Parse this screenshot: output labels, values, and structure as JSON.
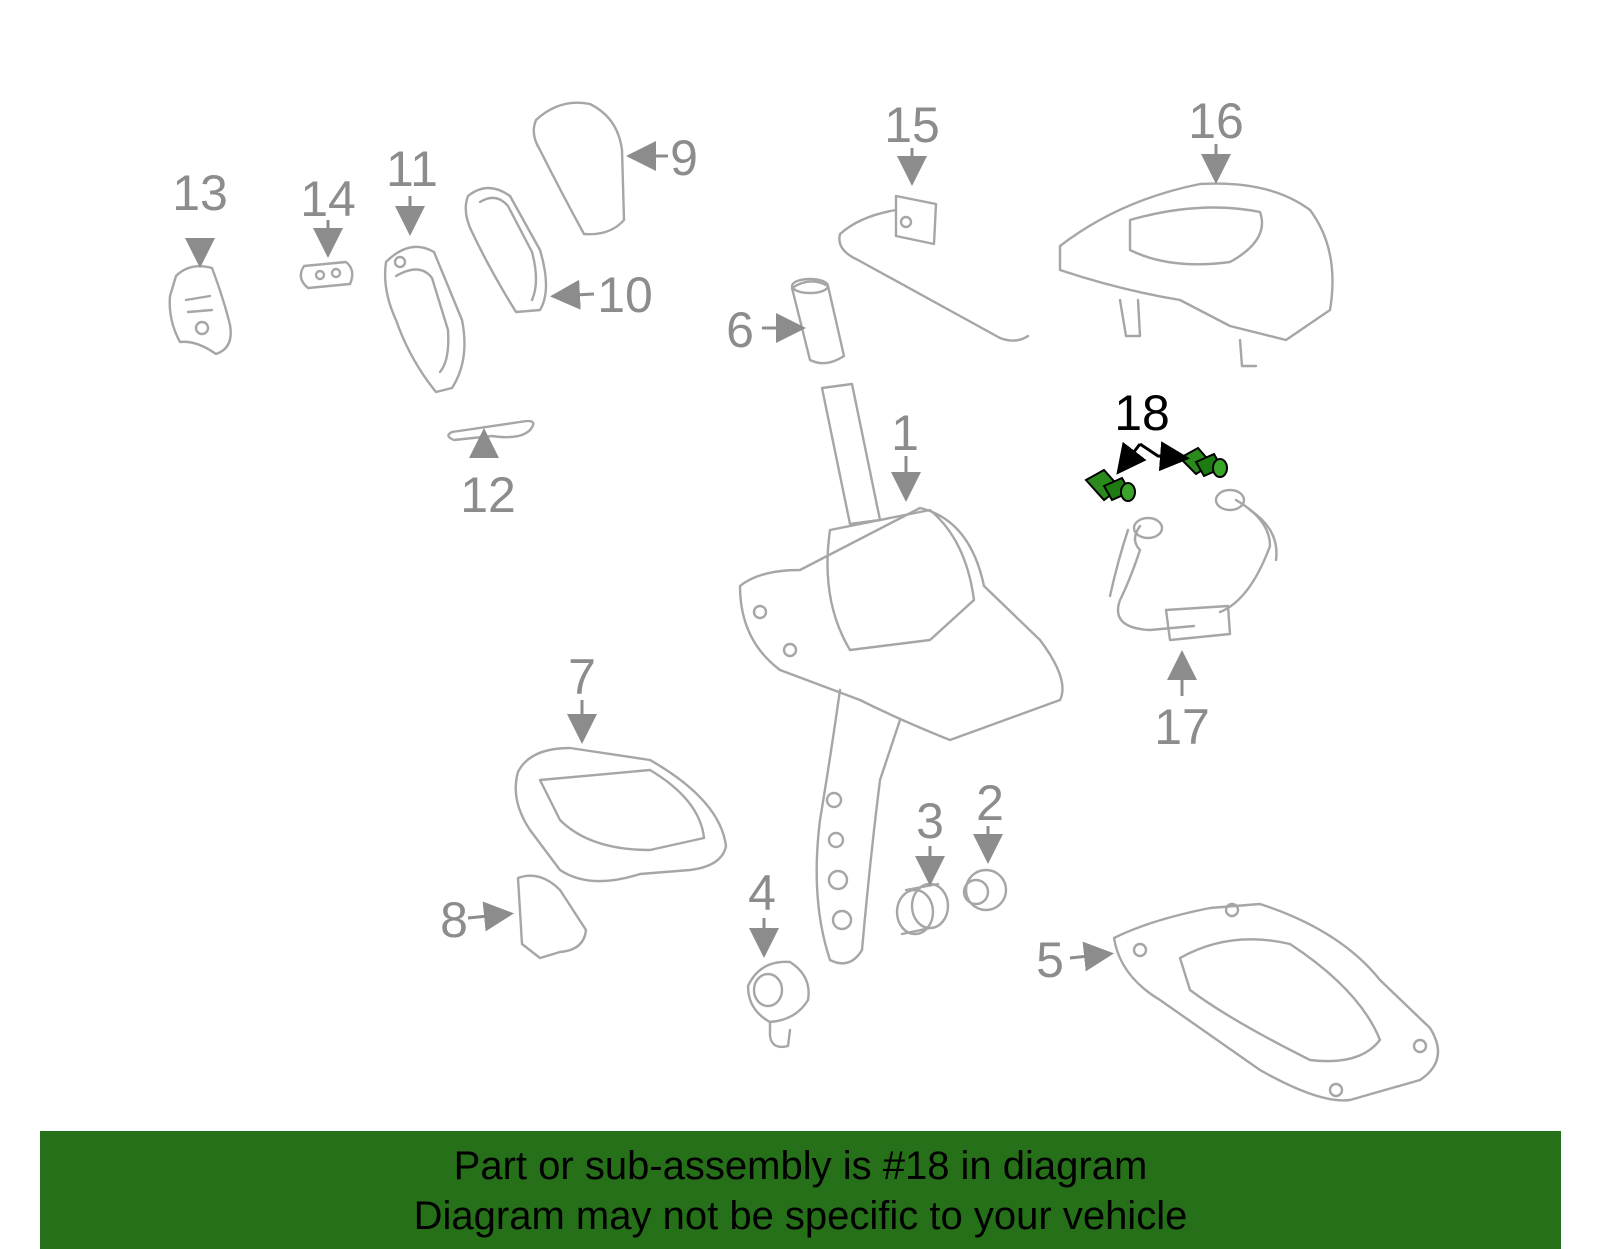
{
  "diagram": {
    "callouts": [
      "1",
      "2",
      "3",
      "4",
      "5",
      "6",
      "7",
      "8",
      "9",
      "10",
      "11",
      "12",
      "13",
      "14",
      "15",
      "16",
      "17",
      "18"
    ],
    "highlighted_part": "18",
    "colors": {
      "highlight": "#1e8c14",
      "banner": "#267019",
      "line": "#a6a6a6",
      "callout_text": "#8c8c8c"
    }
  },
  "banner": {
    "line1": "Part or sub-assembly is #18 in diagram",
    "line2": "Diagram may not be specific to your vehicle"
  }
}
